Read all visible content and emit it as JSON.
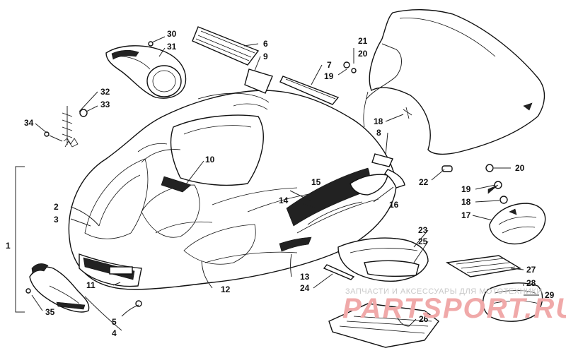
{
  "labels": [
    {
      "id": "l1",
      "text": "1"
    },
    {
      "id": "l2",
      "text": "2"
    },
    {
      "id": "l3",
      "text": "3"
    },
    {
      "id": "l4",
      "text": "4"
    },
    {
      "id": "l5",
      "text": "5"
    },
    {
      "id": "l6",
      "text": "6"
    },
    {
      "id": "l7",
      "text": "7"
    },
    {
      "id": "l8",
      "text": "8"
    },
    {
      "id": "l9",
      "text": "9"
    },
    {
      "id": "l10",
      "text": "10"
    },
    {
      "id": "l11",
      "text": "11"
    },
    {
      "id": "l12",
      "text": "12"
    },
    {
      "id": "l13",
      "text": "13"
    },
    {
      "id": "l14",
      "text": "14"
    },
    {
      "id": "l15",
      "text": "15"
    },
    {
      "id": "l16",
      "text": "16"
    },
    {
      "id": "l17",
      "text": "17"
    },
    {
      "id": "l18a",
      "text": "18"
    },
    {
      "id": "l18b",
      "text": "18"
    },
    {
      "id": "l19a",
      "text": "19"
    },
    {
      "id": "l19b",
      "text": "19"
    },
    {
      "id": "l20a",
      "text": "20"
    },
    {
      "id": "l20b",
      "text": "20"
    },
    {
      "id": "l21",
      "text": "21"
    },
    {
      "id": "l22",
      "text": "22"
    },
    {
      "id": "l23",
      "text": "23"
    },
    {
      "id": "l24",
      "text": "24"
    },
    {
      "id": "l25",
      "text": "25"
    },
    {
      "id": "l26",
      "text": "26"
    },
    {
      "id": "l27",
      "text": "27"
    },
    {
      "id": "l28",
      "text": "28"
    },
    {
      "id": "l29",
      "text": "29"
    },
    {
      "id": "l30",
      "text": "30"
    },
    {
      "id": "l31",
      "text": "31"
    },
    {
      "id": "l32",
      "text": "32"
    },
    {
      "id": "l33",
      "text": "33"
    },
    {
      "id": "l34",
      "text": "34"
    },
    {
      "id": "l35",
      "text": "35"
    }
  ],
  "watermark": {
    "tagline": "ЗАПЧАСТИ И АКСЕССУАРЫ ДЛЯ МОТОТЕХНИКИ",
    "logo_text": "PARTSPORT.RU"
  }
}
